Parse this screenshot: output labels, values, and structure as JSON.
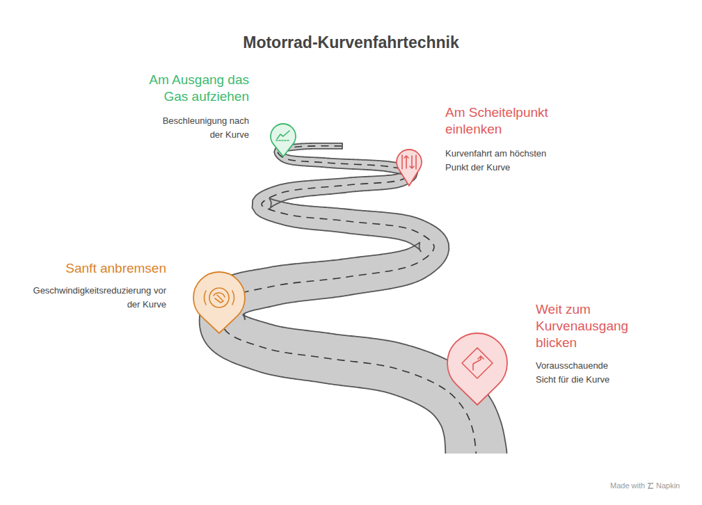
{
  "diagram": {
    "title": "Motorrad-Kurvenfahrtechnik",
    "nodes": [
      {
        "text": [
          "Am Ausgang das Gas aufziehen",
          "Beschleunigung nach der Kurve"
        ]
      },
      {
        "text": [
          "Am Scheitelpunkt einlenken",
          "Kurvenfahrt am höchsten Punkt der Kurve"
        ]
      },
      {
        "text": [
          "Sanft anbremsen",
          "Geschwindigkeitsreduzierung vor der Kurve"
        ]
      },
      {
        "text": [
          "Weit zum Kurvenausgang blicken",
          "Vorausschauende Sicht für die Kurve"
        ]
      }
    ],
    "labels": [
      "Made with",
      "Napkin"
    ]
  }
}
